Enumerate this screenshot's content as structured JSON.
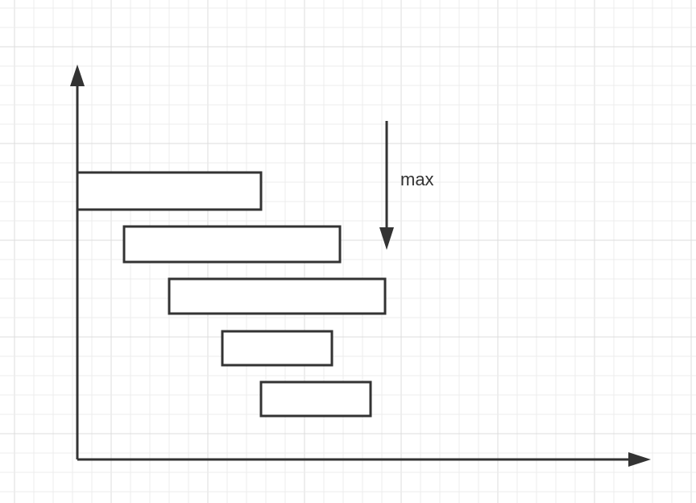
{
  "colors": {
    "background": "#ffffff",
    "grid_minor": "#ececec",
    "grid_major": "#dcdcdc",
    "stroke": "#333333"
  },
  "annotation": {
    "label": "max",
    "arrow_direction": "down"
  },
  "axes": {
    "x_arrow": "right",
    "y_arrow": "up"
  },
  "intervals": {
    "count": 5,
    "fill": "#ffffff",
    "stacking": "staggered"
  }
}
